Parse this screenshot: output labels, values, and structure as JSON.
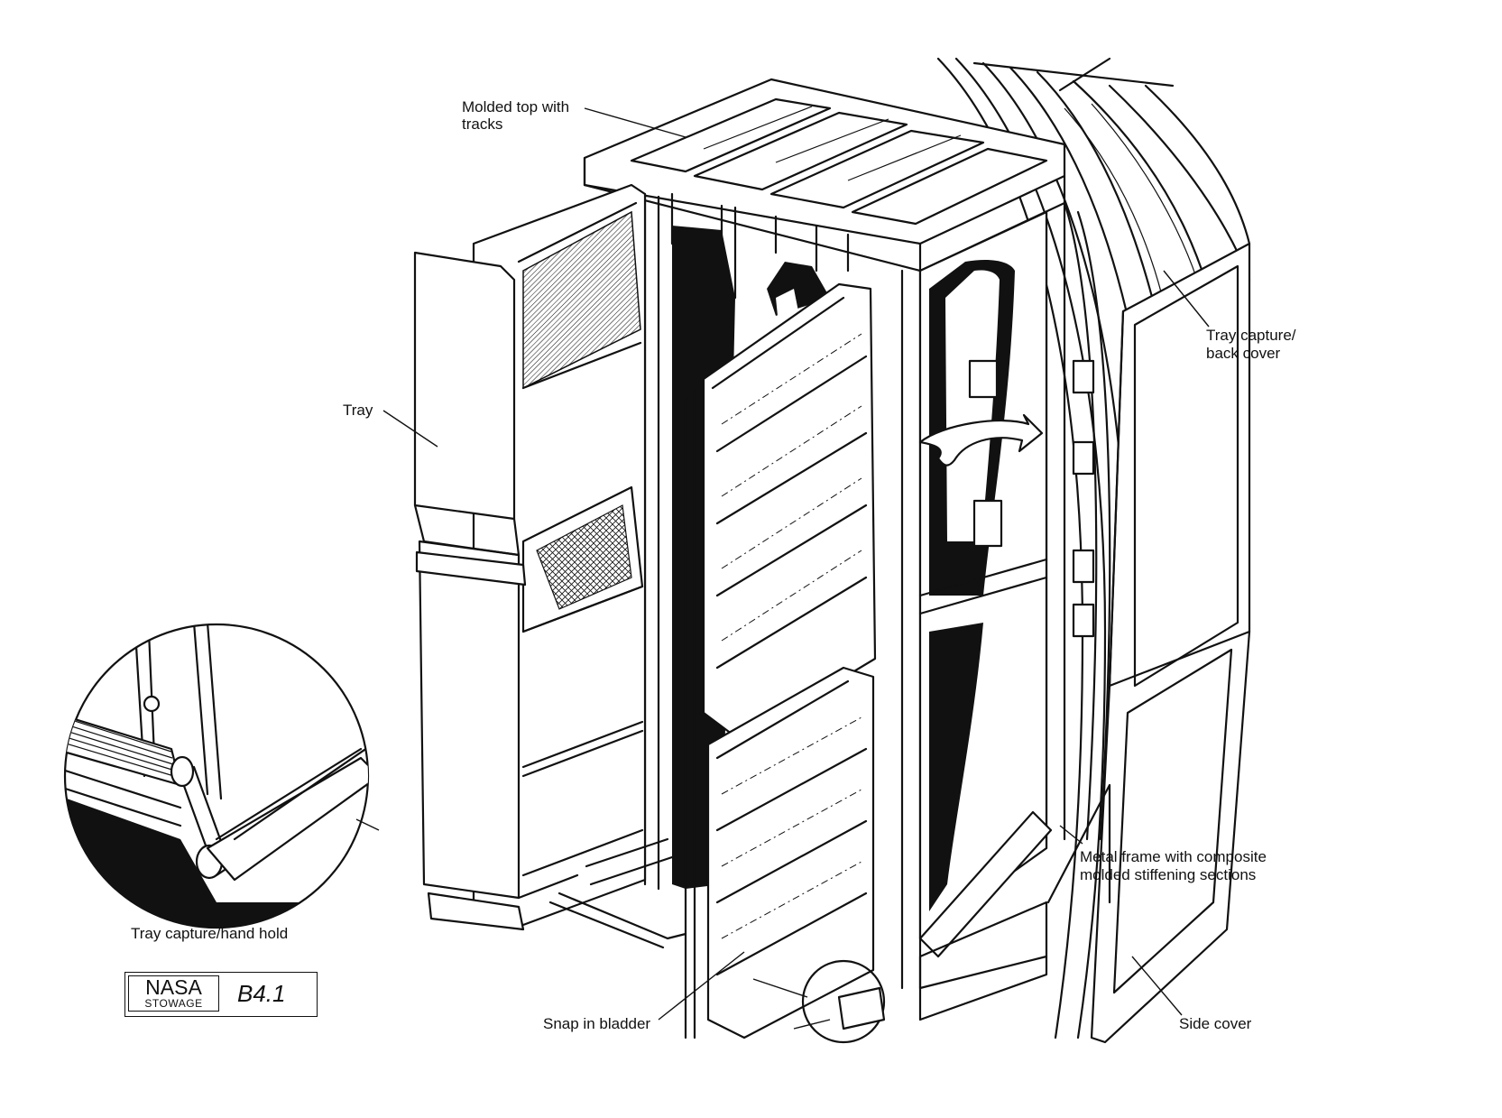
{
  "diagram": {
    "labels": {
      "molded_top": [
        "Molded top with",
        "tracks"
      ],
      "tray": "Tray",
      "tray_capture_back": [
        "Tray capture/",
        "back cover"
      ],
      "metal_frame": [
        "Metal frame with  composite",
        "molded stiffening sections"
      ],
      "tray_capture_hand": "Tray capture/hand hold",
      "snap_bladder": "Snap in bladder",
      "side_cover": "Side cover"
    },
    "stamp": {
      "org": "NASA",
      "sub": "STOWAGE",
      "code": "B4.1"
    }
  }
}
